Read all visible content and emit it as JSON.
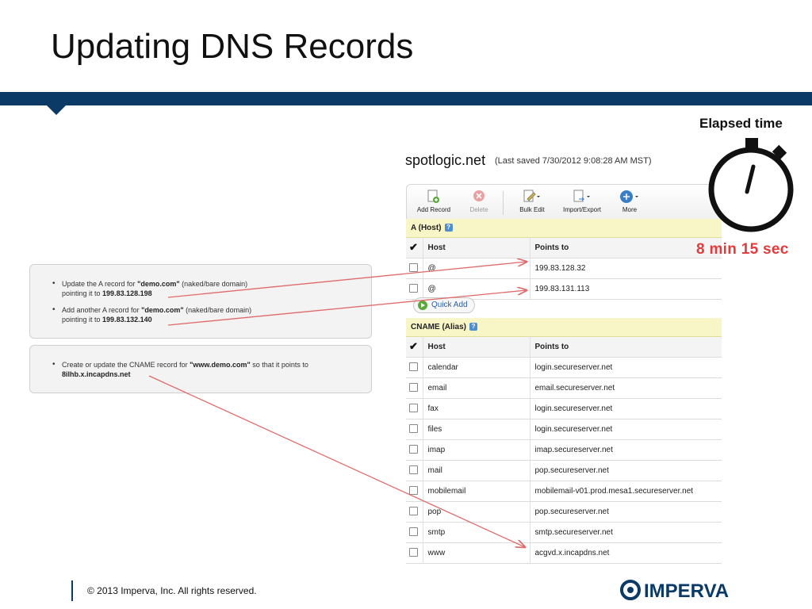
{
  "slide": {
    "title": "Updating DNS Records"
  },
  "instructions": {
    "box1": [
      {
        "pre": "Update the A record for ",
        "bold1": "\"demo.com\"",
        "mid": " (naked/bare domain)",
        "line2_pre": "pointing it to ",
        "bold2": "199.83.128.198"
      },
      {
        "pre": "Add another A record for ",
        "bold1": "\"demo.com\"",
        "mid": " (naked/bare domain)",
        "line2_pre": "pointing it to ",
        "bold2": "199.83.132.140"
      }
    ],
    "box2": [
      {
        "pre": "Create or update the CNAME record for ",
        "bold1": "\"www.demo.com\"",
        "mid": " so that it points to",
        "line2_pre": "",
        "bold2": "8ilhb.x.incapdns.net"
      }
    ]
  },
  "dns": {
    "domain": "spotlogic.net",
    "last_saved": "(Last saved 7/30/2012 9:08:28 AM MST)",
    "toolbar": {
      "add_record": "Add Record",
      "delete": "Delete",
      "bulk_edit": "Bulk Edit",
      "import_export": "Import/Export",
      "more": "More"
    },
    "a_section": {
      "title": "A (Host)",
      "col_host": "Host",
      "col_points": "Points to",
      "rows": [
        {
          "host": "@",
          "points": "199.83.128.32"
        },
        {
          "host": "@",
          "points": "199.83.131.113"
        }
      ]
    },
    "quick_add": "Quick Add",
    "cname_section": {
      "title": "CNAME (Alias)",
      "col_host": "Host",
      "col_points": "Points to",
      "rows": [
        {
          "host": "calendar",
          "points": "login.secureserver.net"
        },
        {
          "host": "email",
          "points": "email.secureserver.net"
        },
        {
          "host": "fax",
          "points": "login.secureserver.net"
        },
        {
          "host": "files",
          "points": "login.secureserver.net"
        },
        {
          "host": "imap",
          "points": "imap.secureserver.net"
        },
        {
          "host": "mail",
          "points": "pop.secureserver.net"
        },
        {
          "host": "mobilemail",
          "points": "mobilemail-v01.prod.mesa1.secureserver.net"
        },
        {
          "host": "pop",
          "points": "pop.secureserver.net"
        },
        {
          "host": "smtp",
          "points": "smtp.secureserver.net"
        },
        {
          "host": "www",
          "points": "acgvd.x.incapdns.net"
        }
      ]
    }
  },
  "timer": {
    "label": "Elapsed time",
    "value": "8 min 15 sec"
  },
  "footer": {
    "copyright": "© 2013 Imperva, Inc. All rights reserved.",
    "logo_text": "IMPERVA"
  },
  "colors": {
    "band": "#0b3a66",
    "timer_value": "#e33b3b",
    "arrow": "#e06a6a",
    "section_header": "#f8f6c7"
  }
}
